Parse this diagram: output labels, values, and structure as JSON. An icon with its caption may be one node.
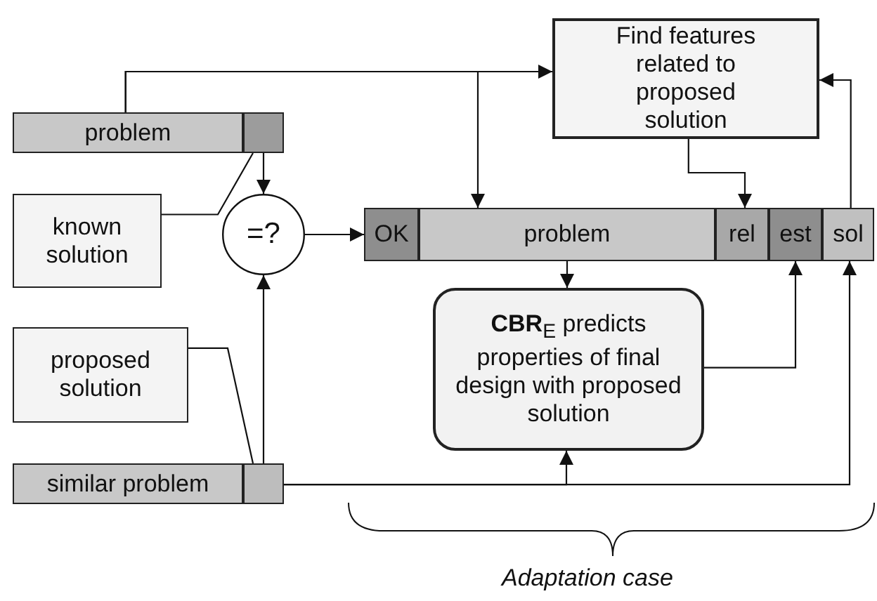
{
  "diagram": {
    "nodes": [
      {
        "text": [
          "problem"
        ]
      },
      {
        "text": [],
        "shape": "box"
      },
      {
        "text": [
          "known solution"
        ]
      },
      {
        "text": [
          "=?"
        ]
      },
      {
        "text": [
          "proposed solution"
        ]
      },
      {
        "text": [
          "similar problem"
        ]
      },
      {
        "text": [],
        "shape": "box"
      },
      {
        "text": [
          "Find features related to proposed solution"
        ]
      },
      {
        "text": [
          "OK"
        ]
      },
      {
        "text": [
          "problem"
        ]
      },
      {
        "text": [
          "rel"
        ]
      },
      {
        "text": [
          "est"
        ]
      },
      {
        "text": [
          "sol"
        ]
      },
      {
        "text": [
          "**CBR**$_{E}$ predicts properties of final design with proposed solution"
        ]
      }
    ],
    "edges": [
      {
        "from": 0,
        "to": 7,
        "arrow": "to"
      },
      {
        "from": 0,
        "to": 9,
        "arrow": "to"
      },
      {
        "from": 1,
        "to": 3,
        "arrow": "to"
      },
      {
        "from": 2,
        "to": 1,
        "arrow": "none"
      },
      {
        "from": 3,
        "to": 8,
        "arrow": "to"
      },
      {
        "from": 6,
        "to": 3,
        "arrow": "to"
      },
      {
        "from": 4,
        "to": 6,
        "arrow": "none"
      },
      {
        "from": 6,
        "to": 13,
        "arrow": "to"
      },
      {
        "from": 6,
        "to": 12,
        "arrow": "to"
      },
      {
        "from": 7,
        "to": 10,
        "arrow": "to"
      },
      {
        "from": 12,
        "to": 7,
        "arrow": "to"
      },
      {
        "from": 9,
        "to": 13,
        "arrow": "to"
      },
      {
        "from": 13,
        "to": 11,
        "arrow": "to"
      }
    ],
    "labels": [
      "Adaptation case"
    ]
  }
}
